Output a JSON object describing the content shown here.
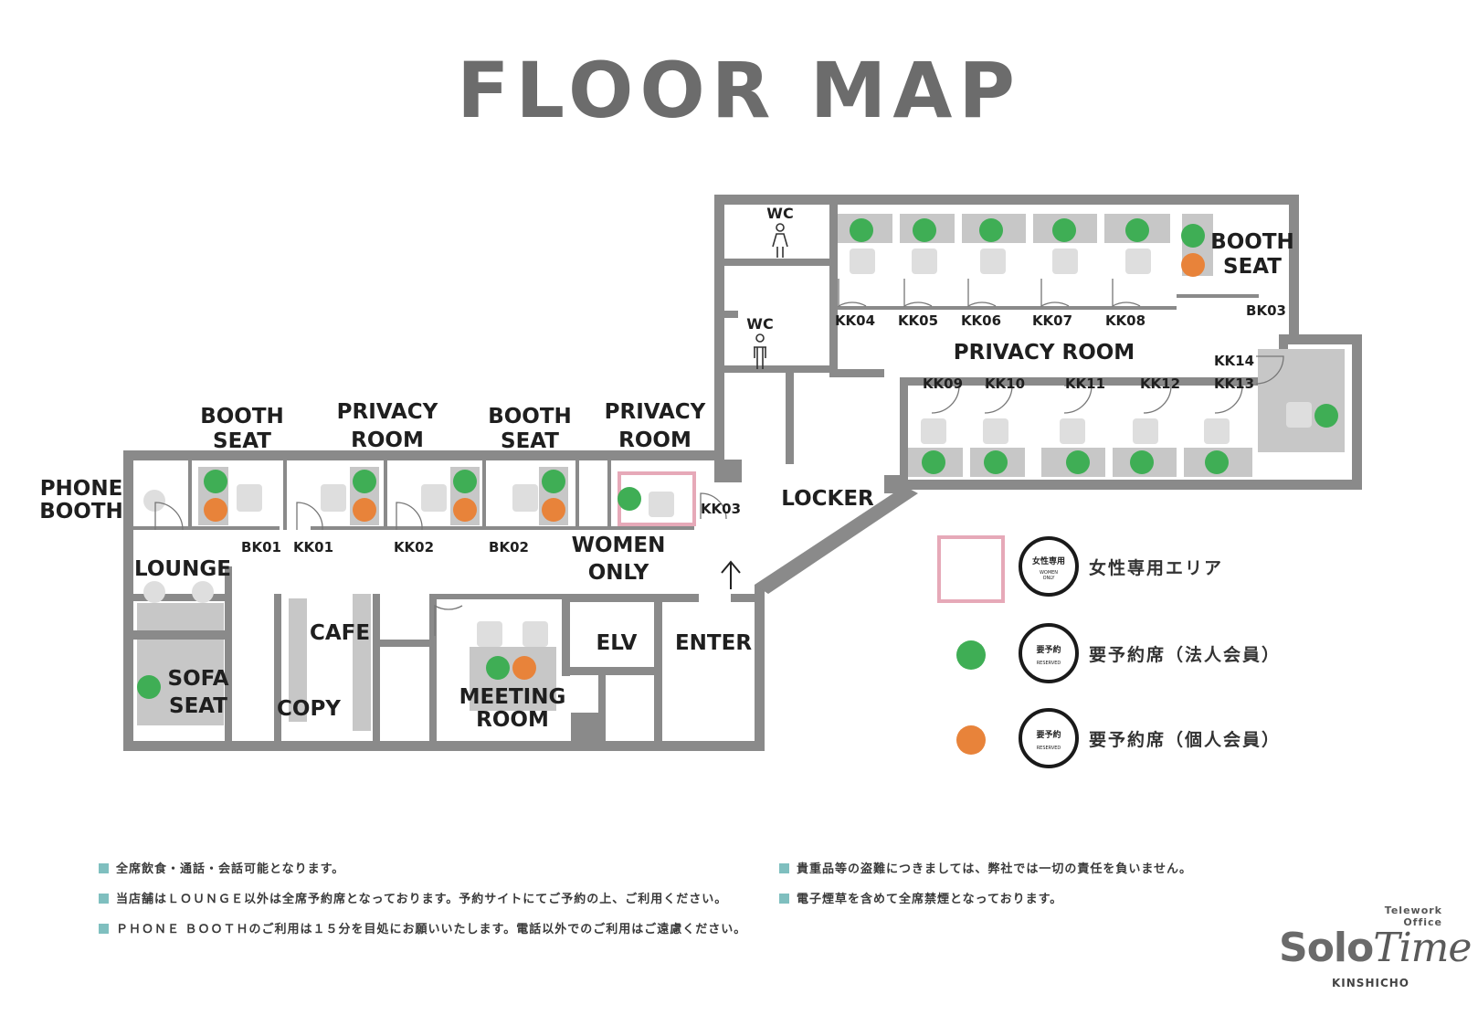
{
  "title": "FLOOR MAP",
  "rooms": {
    "booth_seat_1": [
      "BOOTH",
      "SEAT"
    ],
    "privacy_room_1": [
      "PRIVACY",
      "ROOM"
    ],
    "booth_seat_2": [
      "BOOTH",
      "SEAT"
    ],
    "privacy_room_2": [
      "PRIVACY",
      "ROOM"
    ],
    "phone_booth": [
      "PHONE",
      "BOOTH"
    ],
    "lounge": "LOUNGE",
    "cafe": "CAFE",
    "copy": "COPY",
    "sofa_seat": [
      "SOFA",
      "SEAT"
    ],
    "meeting_room": [
      "MEETING",
      "ROOM"
    ],
    "women_only": [
      "WOMEN",
      "ONLY"
    ],
    "elv": "ELV",
    "enter": "ENTER",
    "locker": "LOCKER",
    "privacy_room_main": "PRIVACY ROOM",
    "booth_seat_3": [
      "BOOTH",
      "SEAT"
    ],
    "wc_1": "WC",
    "wc_2": "WC"
  },
  "seat_ids": {
    "bk01": "BK01",
    "kk01": "KK01",
    "kk02": "KK02",
    "bk02": "BK02",
    "kk03": "KK03",
    "kk04": "KK04",
    "kk05": "KK05",
    "kk06": "KK06",
    "kk07": "KK07",
    "kk08": "KK08",
    "bk03": "BK03",
    "kk09": "KK09",
    "kk10": "KK10",
    "kk11": "KK11",
    "kk12": "KK12",
    "kk13": "KK13",
    "kk14": "KK14"
  },
  "legend": {
    "women_area": "女性専用エリア",
    "women_badge": "女性専用",
    "women_badge_sub": [
      "WOMEN",
      "ONLY"
    ],
    "reserved_corporate": "要予約席（法人会員）",
    "reserved_individual": "要予約席（個人会員）",
    "reserved_badge": "要予約",
    "reserved_badge_sub": "RESERVED"
  },
  "colors": {
    "corporate_seat": "#3fae55",
    "individual_seat": "#e8833a",
    "wall": "#8a8a8a",
    "women_area": "#e6a9b8",
    "note_square": "#7fbfbf"
  },
  "notes": [
    "全席飲食・通話・会話可能となります。",
    "当店舗はＬＯＵＮＧＥ以外は全席予約席となっております。予約サイトにてご予約の上、ご利用ください。",
    "ＰＨＯＮＥ ＢＯＯＴＨのご利用は１５分を目処にお願いいたします。電話以外でのご利用はご遠慮ください。",
    "貴重品等の盗難につきましては、弊社では一切の責任を負いません。",
    "電子煙草を含めて全席禁煙となっております。"
  ],
  "logo": {
    "tagline": [
      "Telework",
      "Office"
    ],
    "brand_a": "Solo",
    "brand_b": "Time",
    "location": "KINSHICHO"
  }
}
